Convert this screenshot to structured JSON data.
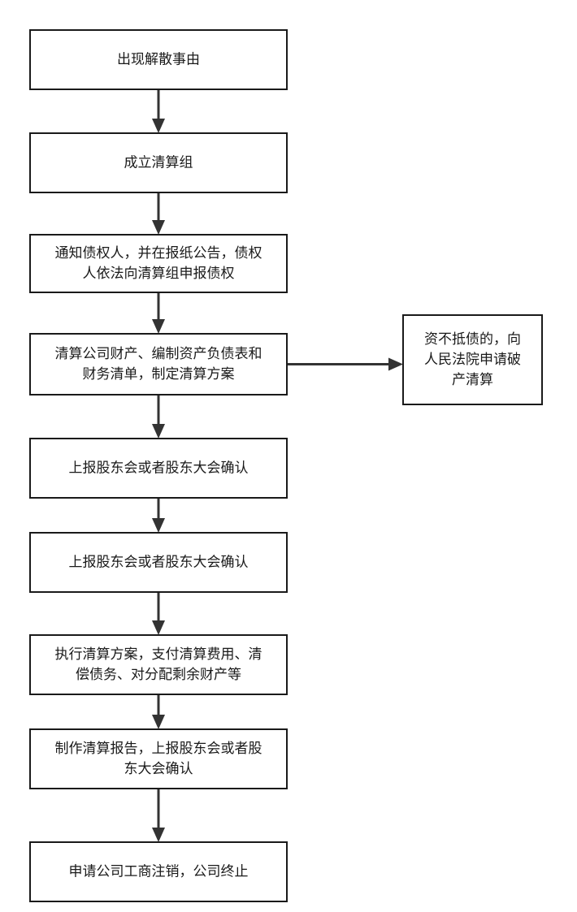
{
  "diagram": {
    "colors": {
      "stroke": "#1a1a1a",
      "arrow": "#333333",
      "background": "#ffffff"
    },
    "nodes": [
      {
        "id": "n1",
        "lines": [
          "出现解散事由"
        ]
      },
      {
        "id": "n2",
        "lines": [
          "成立清算组"
        ]
      },
      {
        "id": "n3",
        "lines": [
          "通知债权人，并在报纸公告，债权",
          "人依法向清算组申报债权"
        ]
      },
      {
        "id": "n4",
        "lines": [
          "清算公司财产、编制资产负债表和",
          "财务清单，制定清算方案"
        ]
      },
      {
        "id": "side",
        "lines": [
          "资不抵债的，向",
          "人民法院申请破",
          "产清算"
        ]
      },
      {
        "id": "n5",
        "lines": [
          "上报股东会或者股东大会确认"
        ]
      },
      {
        "id": "n6",
        "lines": [
          "上报股东会或者股东大会确认"
        ]
      },
      {
        "id": "n7",
        "lines": [
          "执行清算方案，支付清算费用、清",
          "偿债务、对分配剩余财产等"
        ]
      },
      {
        "id": "n8",
        "lines": [
          "制作清算报告，上报股东会或者股",
          "东大会确认"
        ]
      },
      {
        "id": "n9",
        "lines": [
          "申请公司工商注销，公司终止"
        ]
      }
    ],
    "edges": [
      {
        "from": "n1",
        "to": "n2"
      },
      {
        "from": "n2",
        "to": "n3"
      },
      {
        "from": "n3",
        "to": "n4"
      },
      {
        "from": "n4",
        "to": "side"
      },
      {
        "from": "n4",
        "to": "n5"
      },
      {
        "from": "n5",
        "to": "n6"
      },
      {
        "from": "n6",
        "to": "n7"
      },
      {
        "from": "n7",
        "to": "n8"
      },
      {
        "from": "n8",
        "to": "n9"
      }
    ]
  }
}
